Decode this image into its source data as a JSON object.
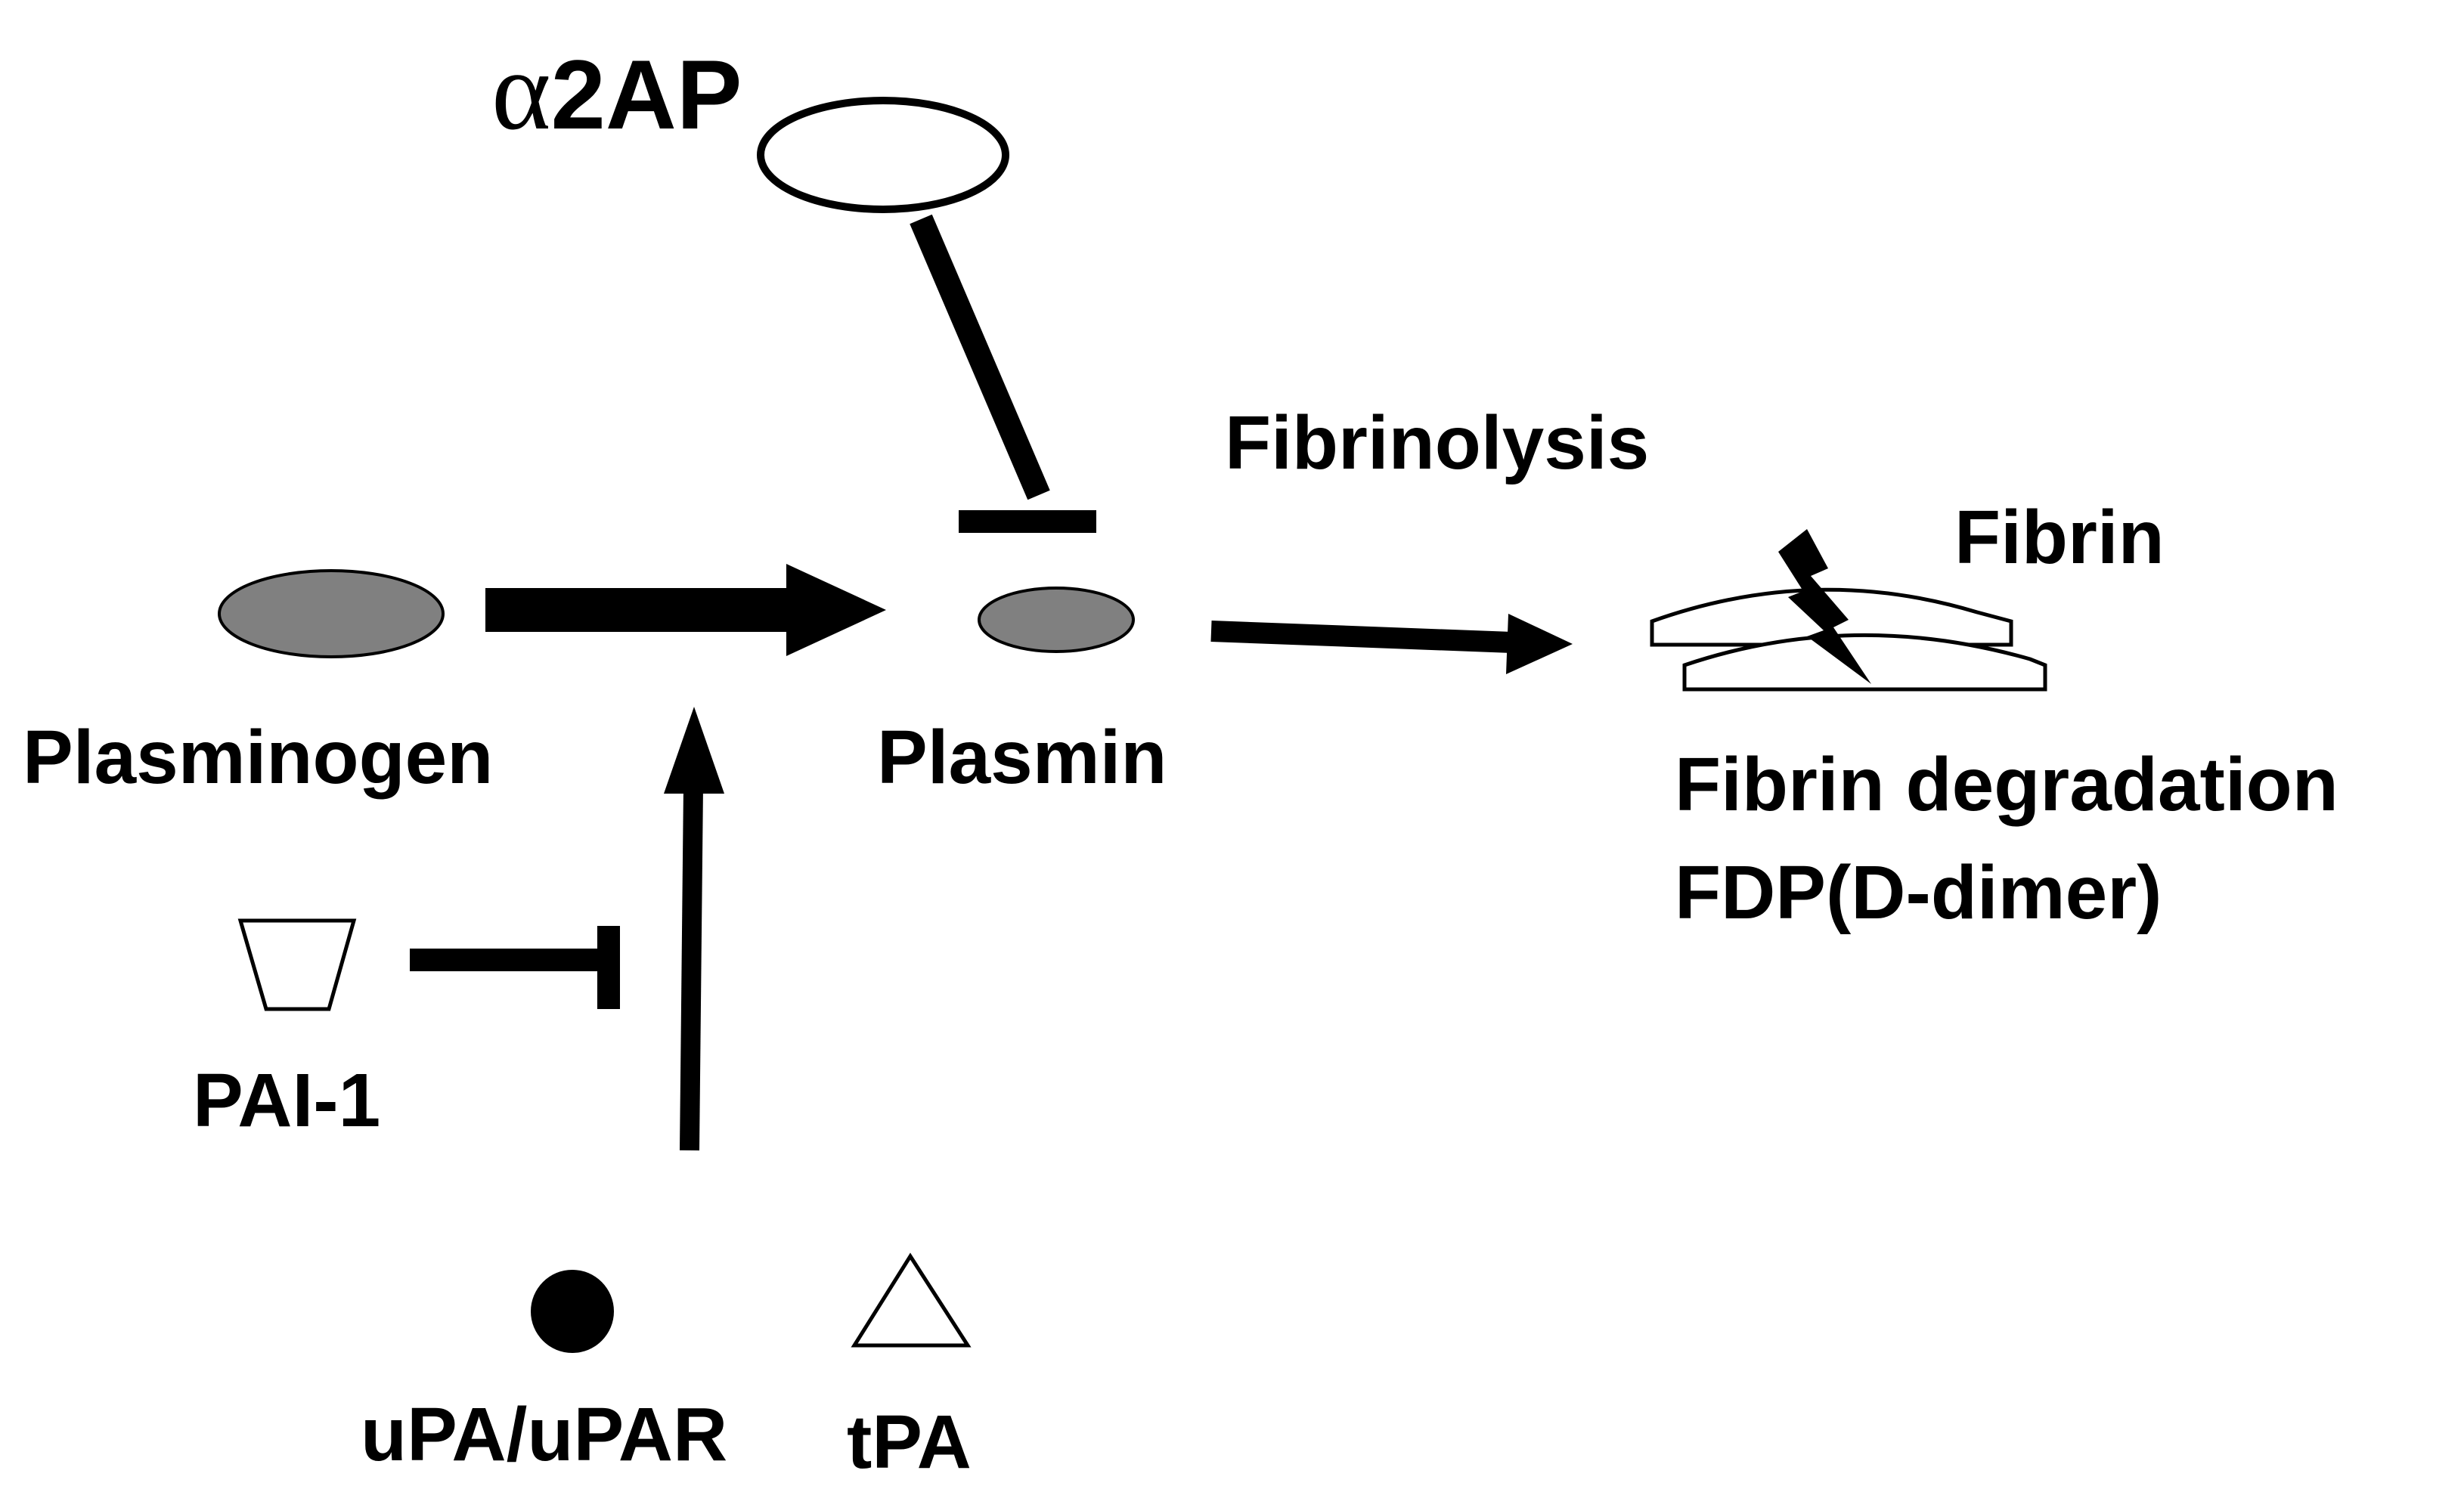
{
  "colors": {
    "background": "#ffffff",
    "ink": "#000000",
    "molecule_fill": "#808080",
    "outline_fill": "#ffffff"
  },
  "labels": {
    "alpha_symbol": "α",
    "alpha_suffix": "2AP",
    "fibrinolysis": "Fibrinolysis",
    "fibrin": "Fibrin",
    "plasminogen": "Plasminogen",
    "plasmin": "Plasmin",
    "fibrin_degradation": "Fibrin degradation",
    "fdp": "FDP(D-dimer)",
    "pai1": "PAI-1",
    "upa_upar": "uPA/uPAR",
    "tpa": "tPA"
  },
  "icons": {
    "plasminogen": "gray-ellipse-icon",
    "plasmin": "gray-ellipse-icon",
    "alpha2ap": "open-ellipse-icon",
    "pai1": "trapezoid-icon",
    "upa_upar": "filled-circle-icon",
    "tpa": "triangle-icon",
    "fibrin": "fibrin-strands-icon",
    "cleavage": "lightning-bolt-icon"
  }
}
